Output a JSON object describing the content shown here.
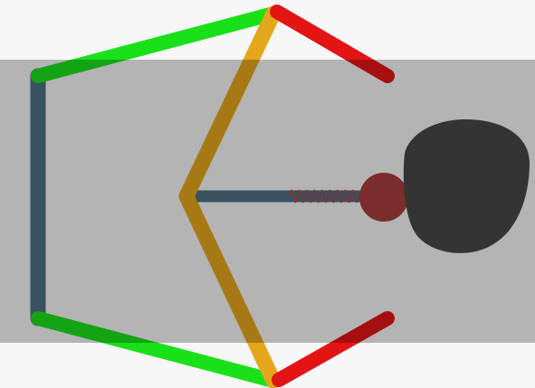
{
  "scene": {
    "kind": "2d physics simulation render (mechanism with springs and limbs)",
    "colors": {
      "page_background": "#f7f7f7",
      "overlay_band": "#b3b3b3",
      "blue_steel_link": "#4f6f82",
      "green_link": "#19e019",
      "orange_link": "#e4a61b",
      "red_link": "#e31414",
      "red_ball": "#a93c3c",
      "dark_blob": "#474747",
      "spring": "#c23b3b"
    },
    "objects": {
      "overlay_band": {
        "icon": "translucent-gray-band"
      },
      "left_vertical_link": {
        "icon": "blue-steel-bar"
      },
      "top_green_link": {
        "icon": "green-bar"
      },
      "bottom_green_link": {
        "icon": "green-bar"
      },
      "top_orange_link": {
        "icon": "orange-bar"
      },
      "bottom_orange_link": {
        "icon": "orange-bar"
      },
      "top_red_link": {
        "icon": "red-bar"
      },
      "bottom_red_link": {
        "icon": "red-bar"
      },
      "center_rod": {
        "icon": "blue-steel-rod"
      },
      "spring": {
        "icon": "coil-spring"
      },
      "ball": {
        "icon": "red-circle"
      },
      "blob": {
        "icon": "dark-gray-blob"
      }
    }
  }
}
